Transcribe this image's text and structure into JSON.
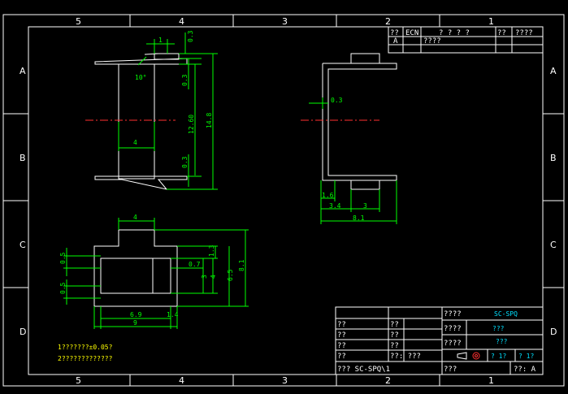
{
  "border": {
    "cols_top": [
      "5",
      "4",
      "3",
      "2",
      "1"
    ],
    "cols_bottom": [
      "5",
      "4",
      "3",
      "2",
      "1"
    ],
    "rows_left": [
      "A",
      "B",
      "C",
      "D"
    ],
    "rows_right": [
      "A",
      "B",
      "C",
      "D"
    ]
  },
  "revision_table": {
    "header": [
      "??",
      "ECN",
      "? ? ? ?",
      "??",
      "????"
    ],
    "row": [
      "A",
      "",
      "????",
      "",
      ""
    ]
  },
  "dimensions": {
    "top_width": "1",
    "top_thk": "0.3",
    "angle": "10°",
    "upper_gap": "0.3",
    "inner_h": "12.60",
    "total_h": "14.8",
    "mid_w": "4",
    "lower_gap": "0.3",
    "side_thk": "0.3",
    "side_a": "1.6",
    "side_b": "3.4",
    "side_c": "3",
    "side_total": "8.1",
    "bv_top": "4",
    "bv_l1": "0.5",
    "bv_l2": "0.5",
    "bv_r1": "1.3",
    "bv_mid": "0.7",
    "bv_3": "3",
    "bv_4": "4",
    "bv_65": "6.5",
    "bv_81": "8.1",
    "bv_69": "6.9",
    "bv_14": "1.4",
    "bv_9": "9"
  },
  "notes": [
    "1???????±0.05?",
    "2?????????????"
  ],
  "title_block": {
    "left_rows": [
      [
        "??",
        "??"
      ],
      [
        "??",
        "??"
      ],
      [
        "??",
        "??"
      ],
      [
        "??",
        "??: ???"
      ]
    ],
    "right_labels": [
      "????",
      "????",
      "????",
      "???"
    ],
    "name": "SC-SPQ",
    "values": [
      "???",
      "???"
    ],
    "scale_a": "? 1?",
    "scale_b": "? 1?",
    "file": "???  SC-SPQ\\1",
    "sheet": "??:  A"
  }
}
